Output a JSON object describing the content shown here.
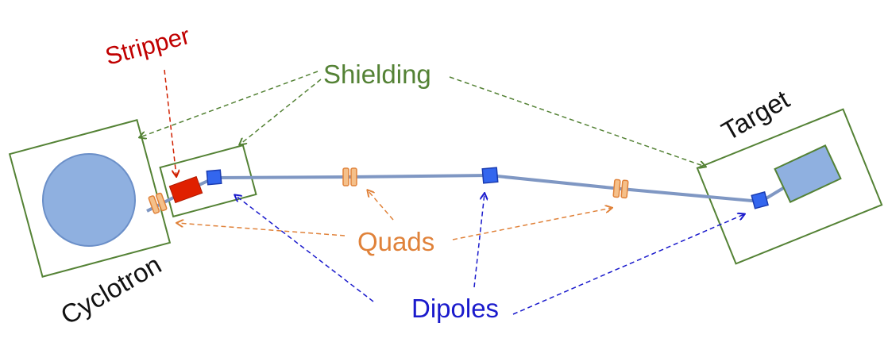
{
  "labels": {
    "stripper": "Stripper",
    "shielding": "Shielding",
    "target": "Target",
    "cyclotron": "Cyclotron",
    "quads": "Quads",
    "dipoles": "Dipoles"
  },
  "colors": {
    "shielding": "#548235",
    "stripper": "#c00000",
    "quads": "#e0823a",
    "dipoles": "#1a1acc",
    "beamline": "#7f97c3",
    "component_fill": "#8fb0e0",
    "dipole_fill": "#3366ee",
    "stripper_fill": "#e02000",
    "quad_fill": "#f5c08a"
  }
}
